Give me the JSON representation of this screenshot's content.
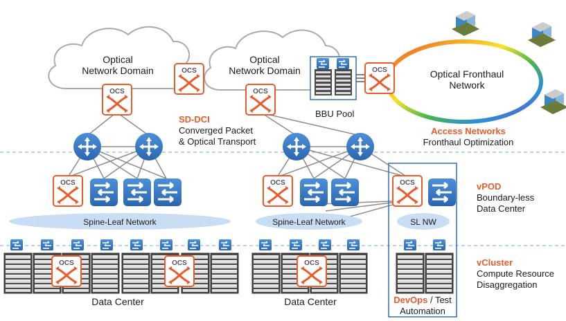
{
  "clouds": {
    "left_label_1": "Optical",
    "left_label_2": "Network Domain",
    "mid_label_1": "Optical",
    "mid_label_2": "Network Domain"
  },
  "fronthaul": {
    "label_1": "Optical Fronthaul",
    "label_2": "Network"
  },
  "bbu_pool": "BBU Pool",
  "ocs_label": "OCS",
  "sd_dci": {
    "title": "SD-DCI",
    "line1": "Converged Packet",
    "line2": "& Optical Transport"
  },
  "access_networks": {
    "title": "Access Networks",
    "subtitle": "Fronthaul Optimization"
  },
  "vpod": {
    "title": "vPOD",
    "line1": "Boundary-less",
    "line2": "Data Center"
  },
  "vcluster": {
    "title": "vCluster",
    "line1": "Compute Resource",
    "line2": "Disaggregation"
  },
  "networks": {
    "spine_leaf_left": "Spine-Leaf Network",
    "spine_leaf_mid": "Spine-Leaf Network",
    "sl_nw": "SL NW"
  },
  "data_centers": {
    "left": "Data Center",
    "mid": "Data Center"
  },
  "devops": {
    "highlight": "DevOps",
    "rest": " / Test",
    "line2": "Automation"
  },
  "colors": {
    "accent_orange": "#ea5b2a",
    "switch_blue": "#3b7ec6",
    "dash_line": "#9db3d6",
    "ellipse_fill": "#c9def3"
  },
  "icons": [
    "ocs-switch-icon",
    "router-icon",
    "switch-icon",
    "server-rack-icon",
    "building-icon"
  ]
}
